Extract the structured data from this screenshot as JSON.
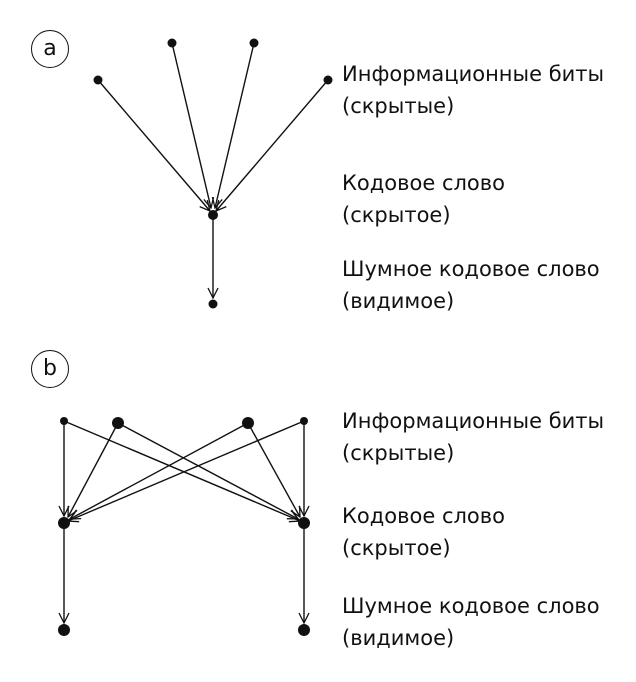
{
  "colors": {
    "ink": "#111111",
    "background": "#ffffff"
  },
  "panels": [
    {
      "letter": "a",
      "labels": {
        "info_bits": [
          "Информационные биты",
          "(скрытые)"
        ],
        "codeword": [
          "Кодовое слово",
          "(скрытое)"
        ],
        "noisy": [
          "Шумное кодовое слово",
          "(видимое)"
        ]
      }
    },
    {
      "letter": "b",
      "labels": {
        "info_bits": [
          "Информационные биты",
          "(скрытые)"
        ],
        "codeword": [
          "Кодовое слово",
          "(скрытое)"
        ],
        "noisy": [
          "Шумное кодовое слово",
          "(видимое)"
        ]
      }
    }
  ]
}
